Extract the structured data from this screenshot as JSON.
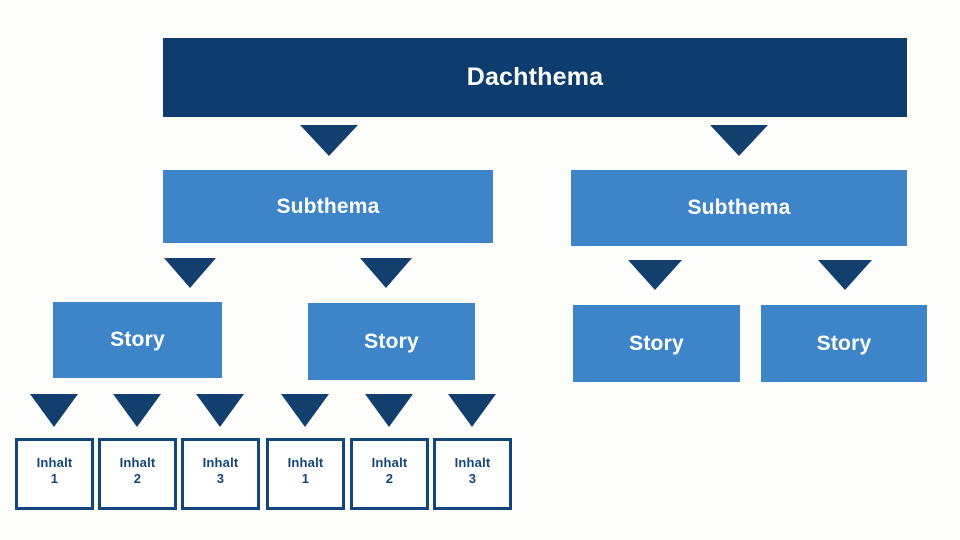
{
  "diagram": {
    "title_text": "Dachthema",
    "colors": {
      "root_fill": "#0d3d6e",
      "branch_fill": "#3d85c8",
      "leaf_border": "#12467a",
      "leaf_fill": "#ffffff",
      "arrow_fill": "#123f6e",
      "background": "#fdfefb",
      "node_text": "#ffffff",
      "leaf_text": "#12467a"
    },
    "levels": {
      "root": {
        "label": "Dachthema"
      },
      "subthemes": [
        {
          "label": "Subthema"
        },
        {
          "label": "Subthema"
        }
      ],
      "stories": [
        {
          "label": "Story"
        },
        {
          "label": "Story"
        },
        {
          "label": "Story"
        },
        {
          "label": "Story"
        }
      ],
      "contents": [
        {
          "name": "Inhalt",
          "number": "1"
        },
        {
          "name": "Inhalt",
          "number": "2"
        },
        {
          "name": "Inhalt",
          "number": "3"
        },
        {
          "name": "Inhalt",
          "number": "1"
        },
        {
          "name": "Inhalt",
          "number": "2"
        },
        {
          "name": "Inhalt",
          "number": "3"
        }
      ]
    },
    "connectors": {
      "root_to_sub": [
        {
          "name": "arrow-root-to-subthema-1"
        },
        {
          "name": "arrow-root-to-subthema-2"
        }
      ],
      "sub_to_story": [
        {
          "name": "arrow-subthema-1-to-story-1"
        },
        {
          "name": "arrow-subthema-1-to-story-2"
        },
        {
          "name": "arrow-subthema-2-to-story-3"
        },
        {
          "name": "arrow-subthema-2-to-story-4"
        }
      ],
      "story_to_content": [
        {
          "name": "arrow-story-1-to-inhalt-1"
        },
        {
          "name": "arrow-story-1-to-inhalt-2"
        },
        {
          "name": "arrow-story-1-to-inhalt-3"
        },
        {
          "name": "arrow-story-2-to-inhalt-1"
        },
        {
          "name": "arrow-story-2-to-inhalt-2"
        },
        {
          "name": "arrow-story-2-to-inhalt-3"
        }
      ]
    }
  }
}
